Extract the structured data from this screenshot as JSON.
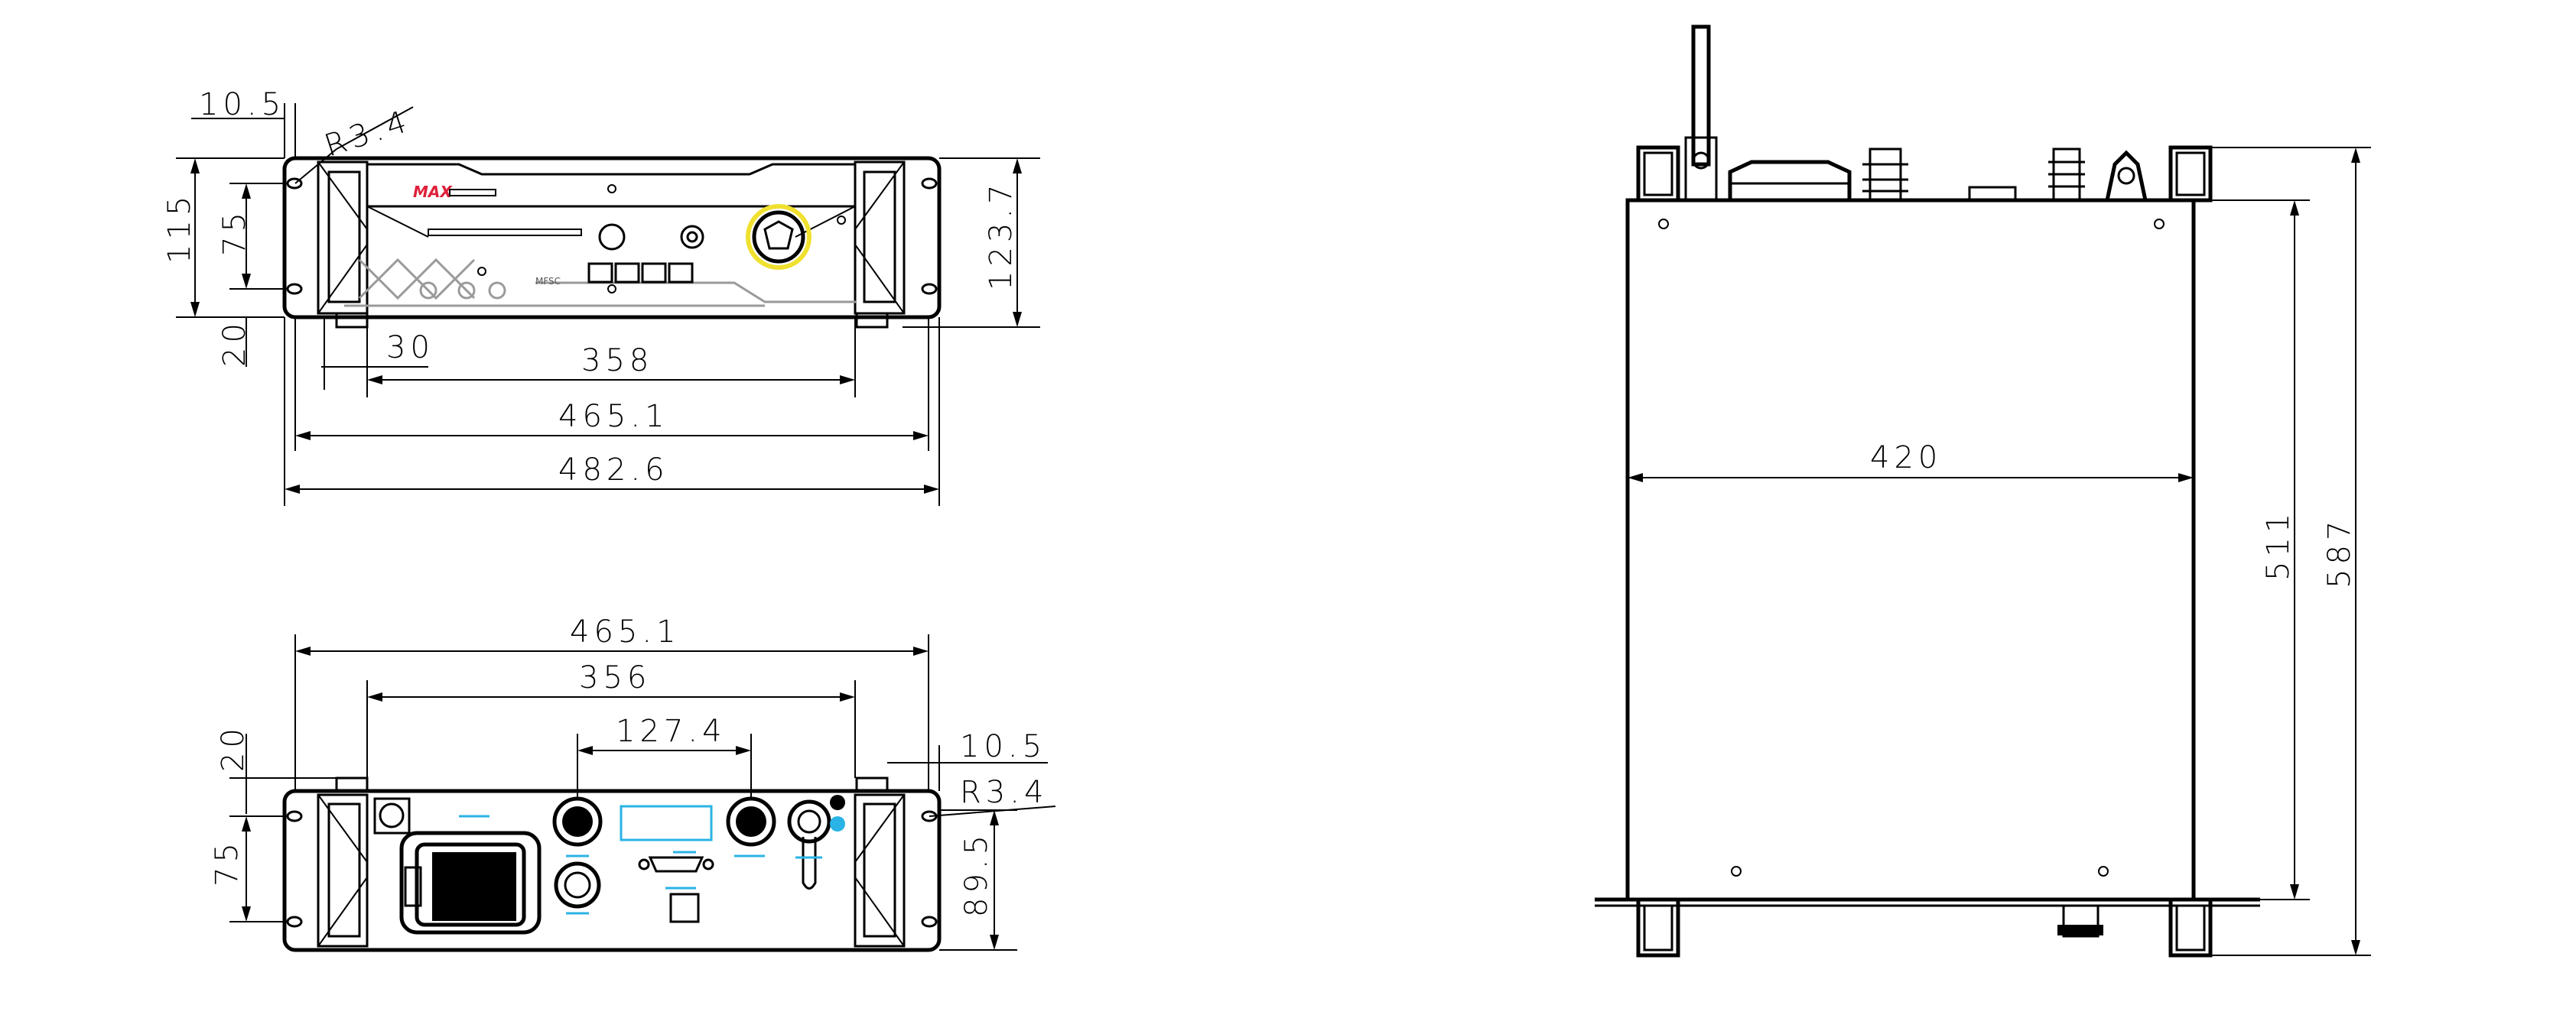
{
  "front_view": {
    "dims": {
      "width_outer": "482.6",
      "width_mount": "465.1",
      "width_handles": "358",
      "offset_left": "30",
      "hole_offset": "10.5",
      "corner_radius": "R3.4",
      "height_total": "115",
      "height_mount": "75",
      "height_bottom": "20",
      "height_right": "123.7"
    },
    "brand_color": "#e0203a",
    "highlight_color": "#f0e030"
  },
  "rear_view": {
    "dims": {
      "width_mount": "465.1",
      "width_handles": "356",
      "connector_spacing": "127.4",
      "hole_offset": "10.5",
      "corner_radius": "R3.4",
      "height_top": "20",
      "height_mount": "75",
      "height_right": "89.5"
    },
    "accent_color": "#2ab3e6"
  },
  "side_view": {
    "dims": {
      "width": "420",
      "depth_body": "511",
      "depth_total": "587"
    }
  }
}
